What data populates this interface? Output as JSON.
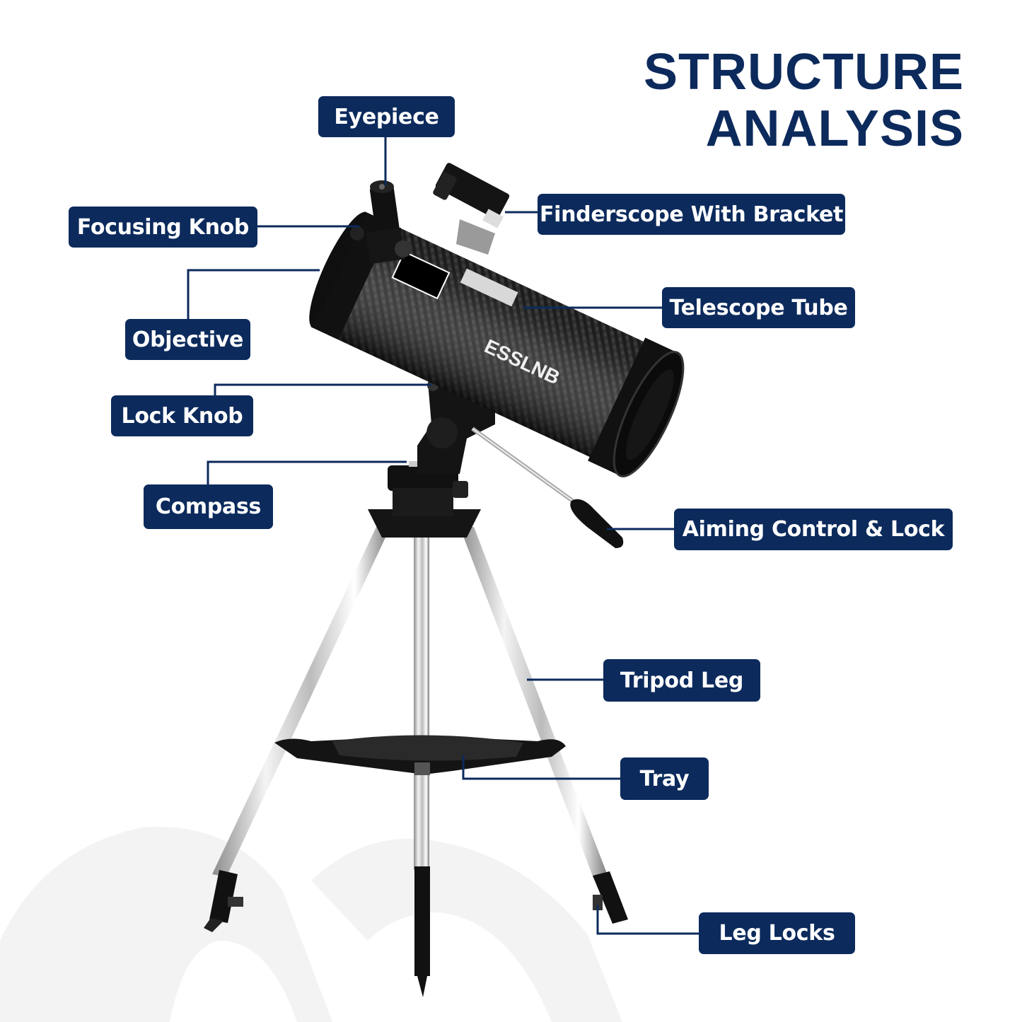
{
  "title": {
    "line1": "STRUCTURE",
    "line2": "ANALYSIS"
  },
  "brand": {
    "logo_text": "ESSLNB"
  },
  "colors": {
    "navy": "#0c2a5c",
    "label_text": "#ffffff",
    "background": "#ffffff",
    "watermark": "#f3f3f3"
  },
  "callouts": [
    {
      "id": "eyepiece",
      "label": "Eyepiece"
    },
    {
      "id": "focusing-knob",
      "label": "Focusing Knob"
    },
    {
      "id": "finderscope",
      "label": "Finderscope With Bracket"
    },
    {
      "id": "objective",
      "label": "Objective"
    },
    {
      "id": "telescope-tube",
      "label": "Telescope Tube"
    },
    {
      "id": "lock-knob",
      "label": "Lock Knob"
    },
    {
      "id": "compass",
      "label": "Compass"
    },
    {
      "id": "aiming-control",
      "label": "Aiming Control & Lock"
    },
    {
      "id": "tripod-leg",
      "label": "Tripod Leg"
    },
    {
      "id": "tray",
      "label": "Tray"
    },
    {
      "id": "leg-locks",
      "label": "Leg Locks"
    }
  ]
}
